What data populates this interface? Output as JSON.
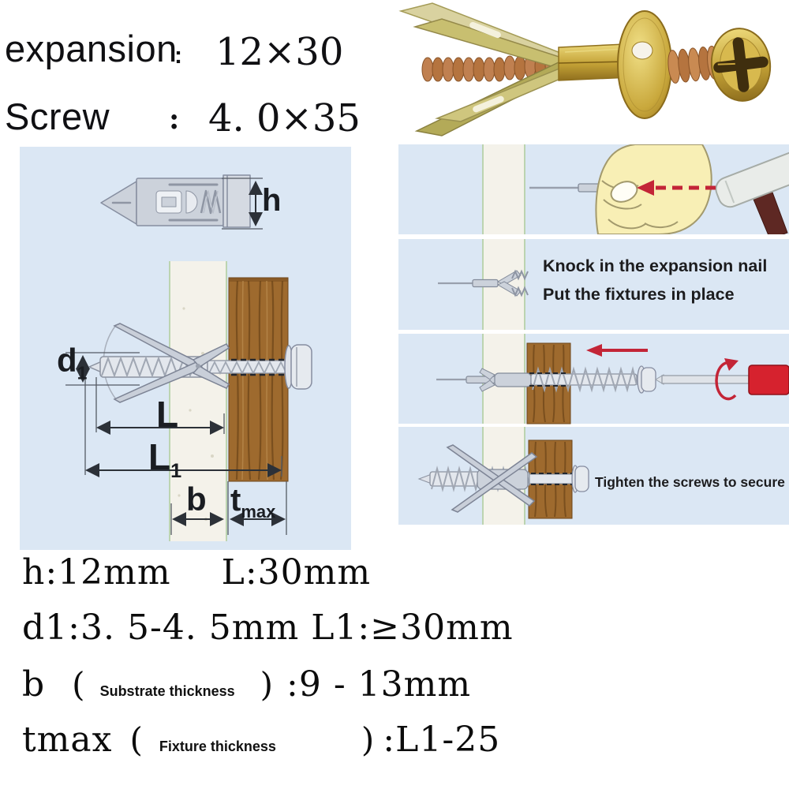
{
  "header": {
    "expansion_label": "expansion",
    "expansion_colon": ":",
    "expansion_value": "12×30",
    "screw_label": "Screw",
    "screw_colon": ":",
    "screw_value": "4. 0×35"
  },
  "diagram": {
    "dims": {
      "h": {
        "main": "h"
      },
      "d1": {
        "main": "d",
        "sub": "1"
      },
      "L": {
        "main": "L"
      },
      "L1": {
        "main": "L",
        "sub": "1"
      },
      "b": {
        "main": "b"
      },
      "tmax": {
        "main": "t",
        "sub": "max"
      }
    }
  },
  "instructions": {
    "step2_line1": "Knock in the expansion nail",
    "step2_line2": "Put the fixtures in place",
    "step4_text": "Tighten the screws to secure"
  },
  "specs": {
    "line1_h": "h:12mm",
    "line1_L": "L:30mm",
    "line2": "d1:3. 5-4. 5mm L1:≥30mm",
    "line3": {
      "lead": "b",
      "open": "(",
      "small": "Substrate thickness",
      "close": ")",
      "tail": ":9 - 13mm"
    },
    "line4": {
      "lead": "tmax",
      "open": "(",
      "small": "Fixture thickness",
      "close": ")",
      "tail": ":L1-25"
    }
  },
  "icons": {
    "product_photo": "expansion-nail-with-screw-photo",
    "hammer": "hammer-icon",
    "hand": "hand-holding-nail",
    "screwdriver": "screwdriver-icon",
    "dashed_arrow": "red-dashed-arrow-left",
    "solid_arrow": "red-arrow-left",
    "rotation_arrow": "red-rotation-arrow"
  },
  "colors": {
    "panel": "#dbe7f4",
    "wall": "#f4f2ea",
    "wall-edge": "#bcd4b0",
    "wood": "#9e6a2e",
    "wood-grain": "#6f4619",
    "metal": "#ccd2db",
    "metal-line": "#848ba0",
    "red": "#c32537",
    "hand": "#f8efb5",
    "brass": "#c9a83c",
    "copper": "#c08050",
    "ink": "#141414"
  }
}
